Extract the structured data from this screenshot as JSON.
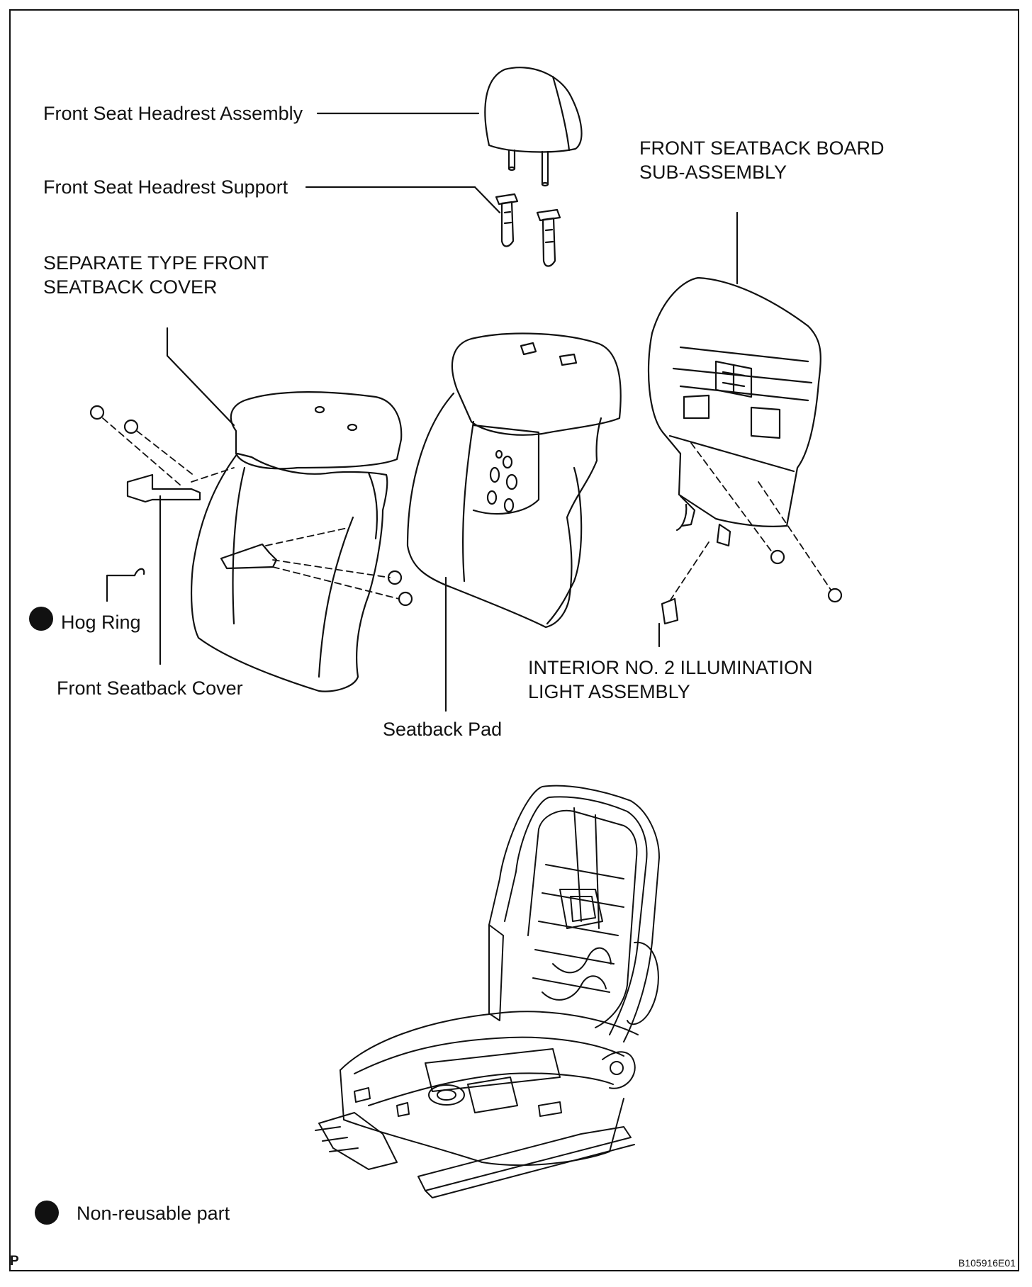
{
  "labels": {
    "headrest_assembly": "Front Seat Headrest Assembly",
    "headrest_support": "Front Seat Headrest Support",
    "separate_cover_line1": "SEPARATE TYPE FRONT",
    "separate_cover_line2": "SEATBACK COVER",
    "board_line1": "FRONT SEATBACK BOARD",
    "board_line2": "SUB-ASSEMBLY",
    "hog_ring": "Hog Ring",
    "front_seatback_cover": "Front Seatback Cover",
    "seatback_pad": "Seatback Pad",
    "illumination_line1": "INTERIOR NO. 2 ILLUMINATION",
    "illumination_line2": "LIGHT ASSEMBLY"
  },
  "legend": {
    "non_reusable": "Non-reusable part"
  },
  "footer": {
    "page_marker": "P",
    "figure_id": "B105916E01"
  }
}
